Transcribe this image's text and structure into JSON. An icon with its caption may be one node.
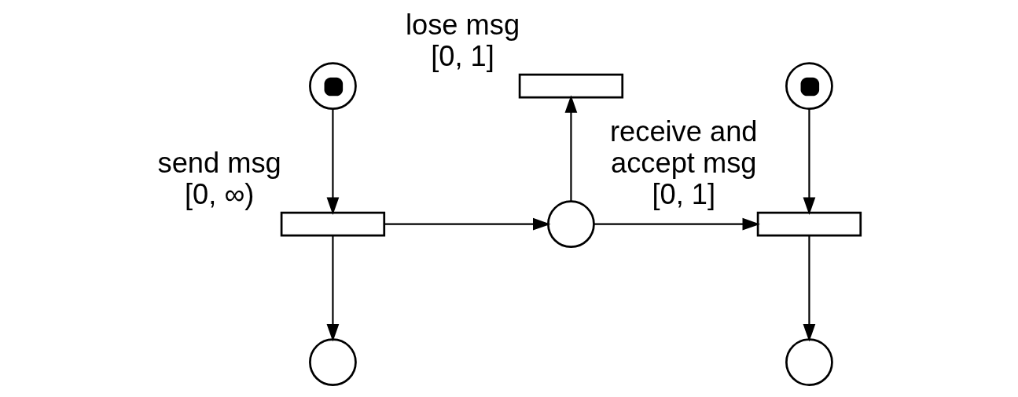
{
  "diagram": {
    "nodes": [
      {
        "text": [],
        "shape": "token"
      },
      {
        "text": [],
        "shape": "bar",
        "beside": [
          "lose msg",
          "[0, 1]"
        ]
      },
      {
        "text": [],
        "shape": "token"
      },
      {
        "text": [],
        "shape": "bar",
        "beside": [
          "send msg",
          "[0, ∞)"
        ]
      },
      {
        "text": [],
        "shape": "circle"
      },
      {
        "text": [],
        "shape": "bar",
        "beside": [
          "receive and accept msg",
          "[0, 1]"
        ]
      },
      {
        "text": [],
        "shape": "circle"
      },
      {
        "text": [],
        "shape": "circle"
      }
    ],
    "edges": [
      {
        "from": 0,
        "to": 3,
        "arrow": "to"
      },
      {
        "from": 3,
        "to": 4,
        "arrow": "to"
      },
      {
        "from": 4,
        "to": 1,
        "arrow": "to"
      },
      {
        "from": 4,
        "to": 5,
        "arrow": "to"
      },
      {
        "from": 2,
        "to": 5,
        "arrow": "to"
      },
      {
        "from": 3,
        "to": 6,
        "arrow": "to"
      },
      {
        "from": 5,
        "to": 7,
        "arrow": "to"
      }
    ]
  }
}
